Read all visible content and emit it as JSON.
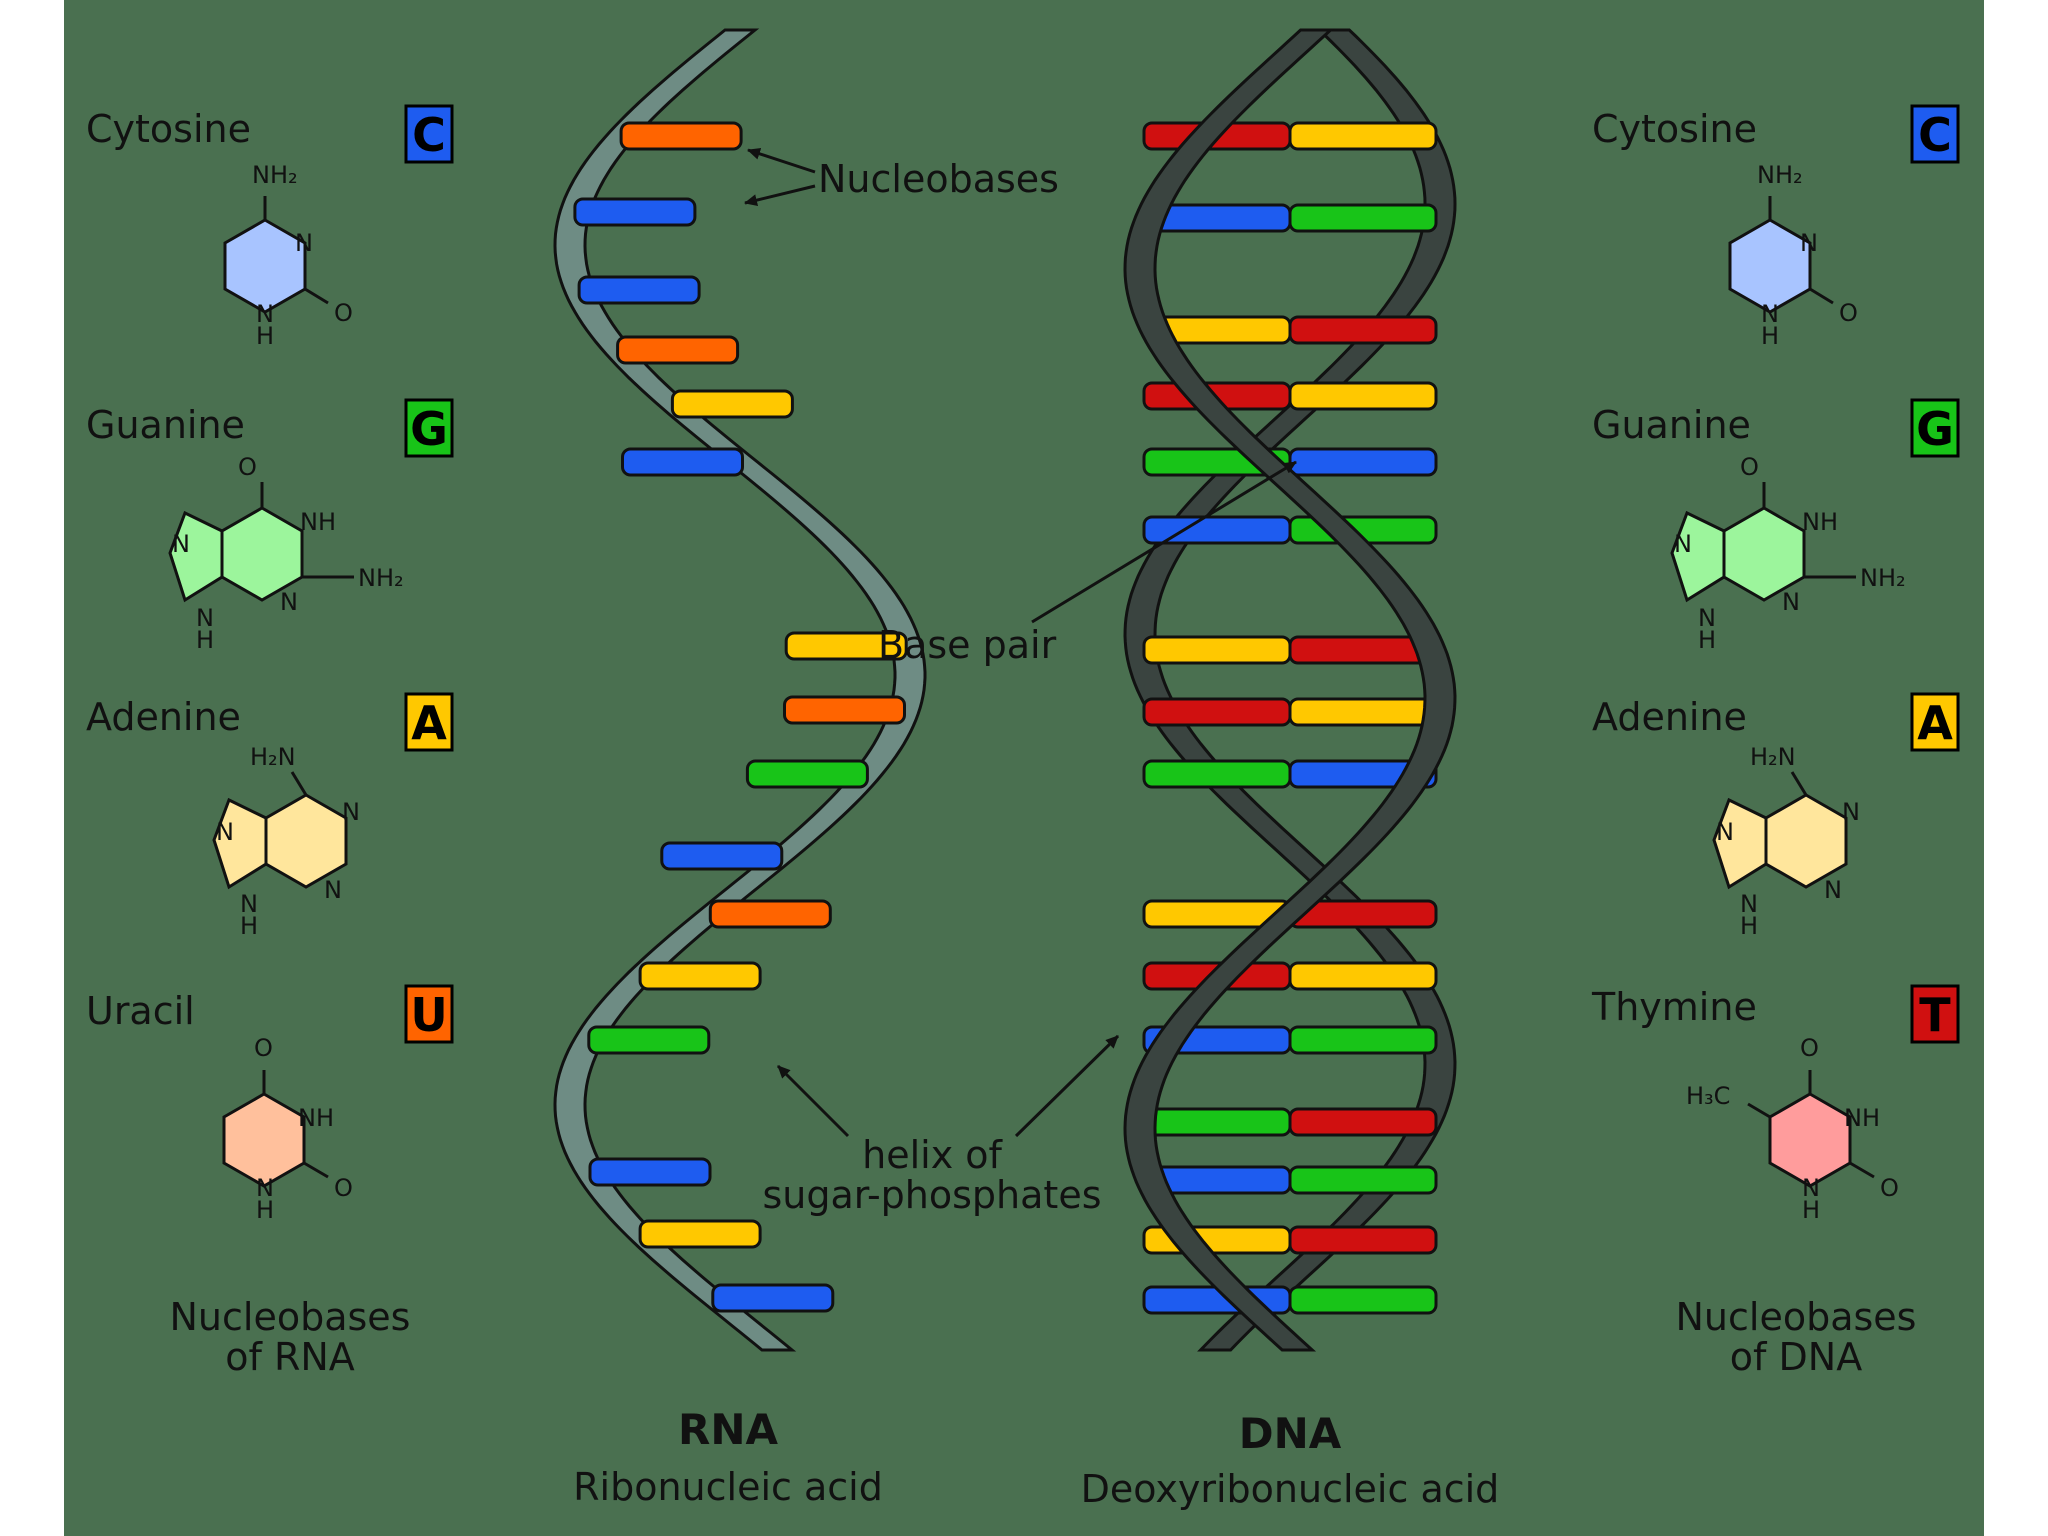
{
  "annotations": {
    "nucleobases": "Nucleobases",
    "base_pair": "Base pair",
    "helix_line1": "helix of",
    "helix_line2": "sugar-phosphates"
  },
  "rna": {
    "title": "RNA",
    "subtitle": "Ribonucleic acid",
    "list_caption_line1": "Nucleobases",
    "list_caption_line2": "of RNA",
    "bases": [
      {
        "name": "Cytosine",
        "letter": "C",
        "color": "#1e5cf0",
        "ring": "#a8c4ff"
      },
      {
        "name": "Guanine",
        "letter": "G",
        "color": "#18c418",
        "ring": "#9cf59c"
      },
      {
        "name": "Adenine",
        "letter": "A",
        "color": "#ffc800",
        "ring": "#ffe69c"
      },
      {
        "name": "Uracil",
        "letter": "U",
        "color": "#ff6400",
        "ring": "#ffc09c"
      }
    ]
  },
  "dna": {
    "title": "DNA",
    "subtitle": "Deoxyribonucleic acid",
    "list_caption_line1": "Nucleobases",
    "list_caption_line2": "of DNA",
    "bases": [
      {
        "name": "Cytosine",
        "letter": "C",
        "color": "#1e5cf0",
        "ring": "#a8c4ff"
      },
      {
        "name": "Guanine",
        "letter": "G",
        "color": "#18c418",
        "ring": "#9cf59c"
      },
      {
        "name": "Adenine",
        "letter": "A",
        "color": "#ffc800",
        "ring": "#ffe69c"
      },
      {
        "name": "Thymine",
        "letter": "T",
        "color": "#d01010",
        "ring": "#ff9c9c"
      }
    ]
  },
  "chem_labels": {
    "nh2": "NH₂",
    "h2n": "H₂N",
    "h3c": "H₃C",
    "n": "N",
    "h": "H",
    "nh": "NH",
    "o": "O"
  },
  "colors": {
    "background": "#4a7050",
    "rna_backbone": "#6e8c84",
    "dna_backbone": "#3a4440",
    "cytosine": "#1e5cf0",
    "guanine": "#18c418",
    "adenine": "#ffc800",
    "uracil": "#ff6400",
    "thymine": "#d01010"
  }
}
